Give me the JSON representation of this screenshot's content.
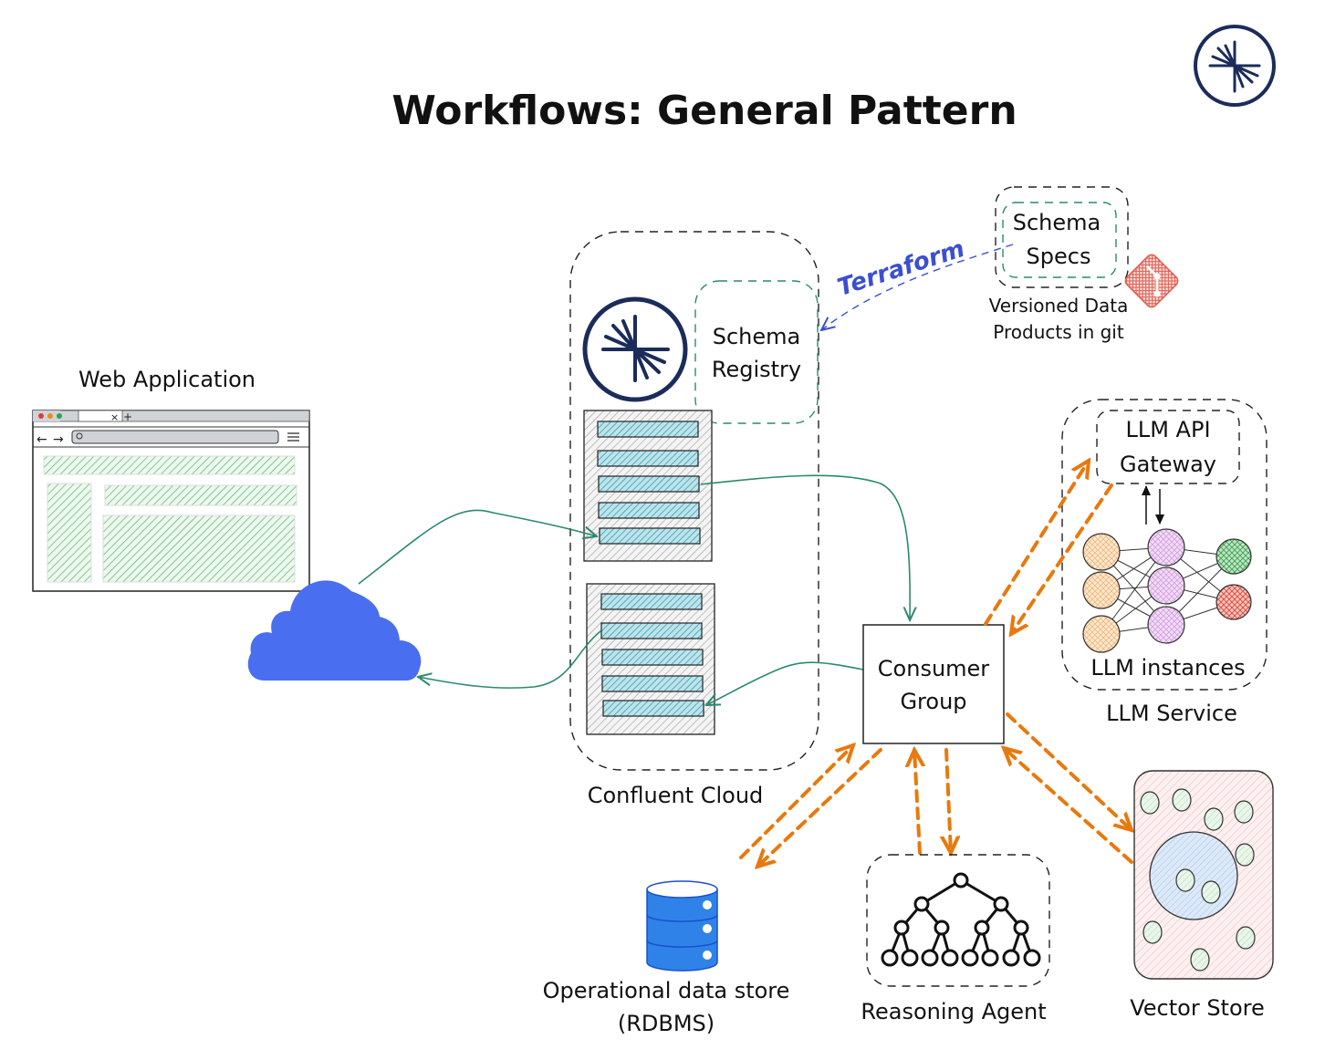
{
  "title": "Workflows: General Pattern",
  "colors": {
    "brand_navy": "#1b2c5a",
    "flow_green": "#2a8a6e",
    "flow_orange": "#e8790e",
    "terraform_blue": "#3b4fd1",
    "cloud_blue": "#4a6ef0",
    "db_blue": "#2f83e8",
    "git_red": "#e05a4e"
  },
  "nodes": {
    "web_app": {
      "label": "Web Application"
    },
    "confluent": {
      "label": "Confluent Cloud"
    },
    "schema_registry": {
      "line1": "Schema",
      "line2": "Registry"
    },
    "schema_specs": {
      "line1": "Schema",
      "line2": "Specs"
    },
    "versioned": {
      "line1": "Versioned Data",
      "line2": "Products in git"
    },
    "terraform": {
      "label": "Terraform"
    },
    "consumer_group": {
      "line1": "Consumer",
      "line2": "Group"
    },
    "llm_gateway": {
      "line1": "LLM API",
      "line2": "Gateway"
    },
    "llm_instances": {
      "label": "LLM instances"
    },
    "llm_service": {
      "label": "LLM Service"
    },
    "rdbms": {
      "line1": "Operational data store",
      "line2": "(RDBMS)"
    },
    "reasoning": {
      "label": "Reasoning Agent"
    },
    "vector": {
      "label": "Vector Store"
    }
  },
  "icons": {
    "brand_logo": "confluent-logo-icon",
    "git": "git-icon",
    "cloud": "cloud-icon",
    "database": "database-icon",
    "tree": "tree-icon",
    "neural_net": "neural-network-icon"
  }
}
